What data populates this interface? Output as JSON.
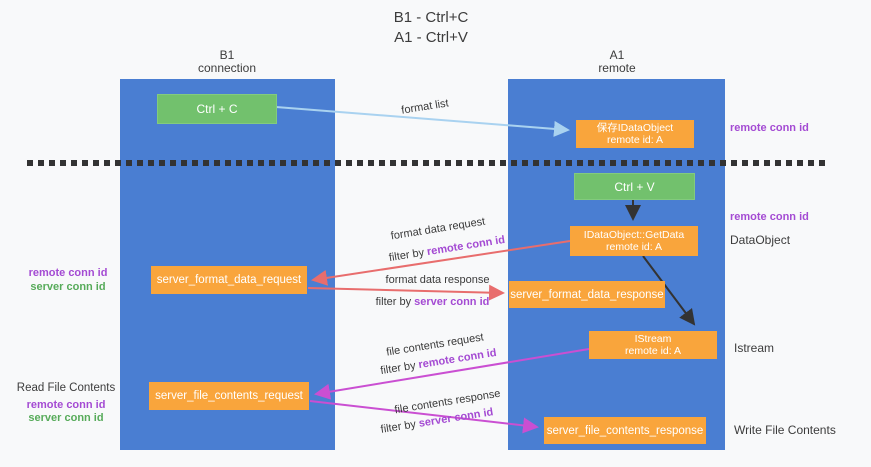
{
  "title": {
    "line1": "B1 - Ctrl+C",
    "line2": "A1 - Ctrl+V"
  },
  "lanes": {
    "left": {
      "name": "B1",
      "subtitle": "connection"
    },
    "right": {
      "name": "A1",
      "subtitle": "remote"
    }
  },
  "nodes": {
    "ctrl_c": "Ctrl + C",
    "ctrl_v": "Ctrl + V",
    "save_idataobject": {
      "title": "保存IDataObject",
      "subtitle": "remote id: A"
    },
    "idataobject_getdata": {
      "title": "IDataObject::GetData",
      "subtitle": "remote id: A"
    },
    "istream": {
      "title": "IStream",
      "subtitle": "remote id: A"
    },
    "server_format_data_request": "server_format_data_request",
    "server_format_data_response": "server_format_data_response",
    "server_file_contents_request": "server_file_contents_request",
    "server_file_contents_response": "server_file_contents_response"
  },
  "edge_labels": {
    "format_list": "format list",
    "format_data_request": "format data request",
    "format_data_response": "format data response",
    "file_contents_request": "file contents request",
    "file_contents_response": "file contents response",
    "filter_by": "filter by",
    "remote_conn_id": "remote conn id",
    "server_conn_id": "server conn id"
  },
  "side_labels": {
    "remote_conn_id": "remote conn id",
    "server_conn_id": "server conn id",
    "dataobject": "DataObject",
    "istream": "Istream",
    "read_file_contents": "Read File Contents",
    "write_file_contents": "Write File Contents"
  },
  "colors": {
    "lane_blue": "#4a7ed2",
    "node_orange": "#f9a53c",
    "node_green": "#72c16d",
    "arrow_light_blue": "#a9d2f0",
    "arrow_red": "#e86d6d",
    "arrow_magenta": "#ca4fd2",
    "arrow_black": "#333333",
    "text_purple": "#a44bd3",
    "text_green": "#57ab5a",
    "text_dark": "#3c3c3c",
    "background": "#f8f9fa"
  }
}
